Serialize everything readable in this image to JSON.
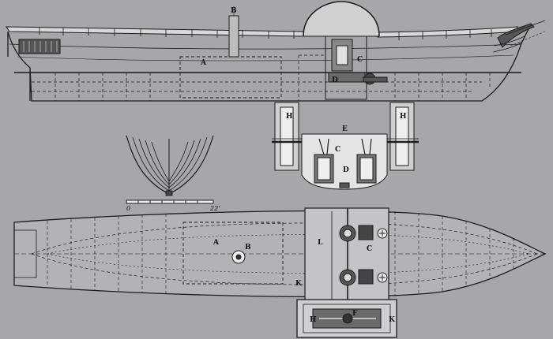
{
  "figure": {
    "kind": "steamship plan engraving",
    "background_color": "#a7a7a9",
    "ink_color": "#1b1b1b",
    "labels": {
      "a": "A",
      "b": "B",
      "c": "C",
      "d": "D",
      "e": "E",
      "f": "F",
      "h": "H",
      "k": "K",
      "l": "L"
    },
    "scale": {
      "start": "0",
      "end": "22'"
    }
  }
}
